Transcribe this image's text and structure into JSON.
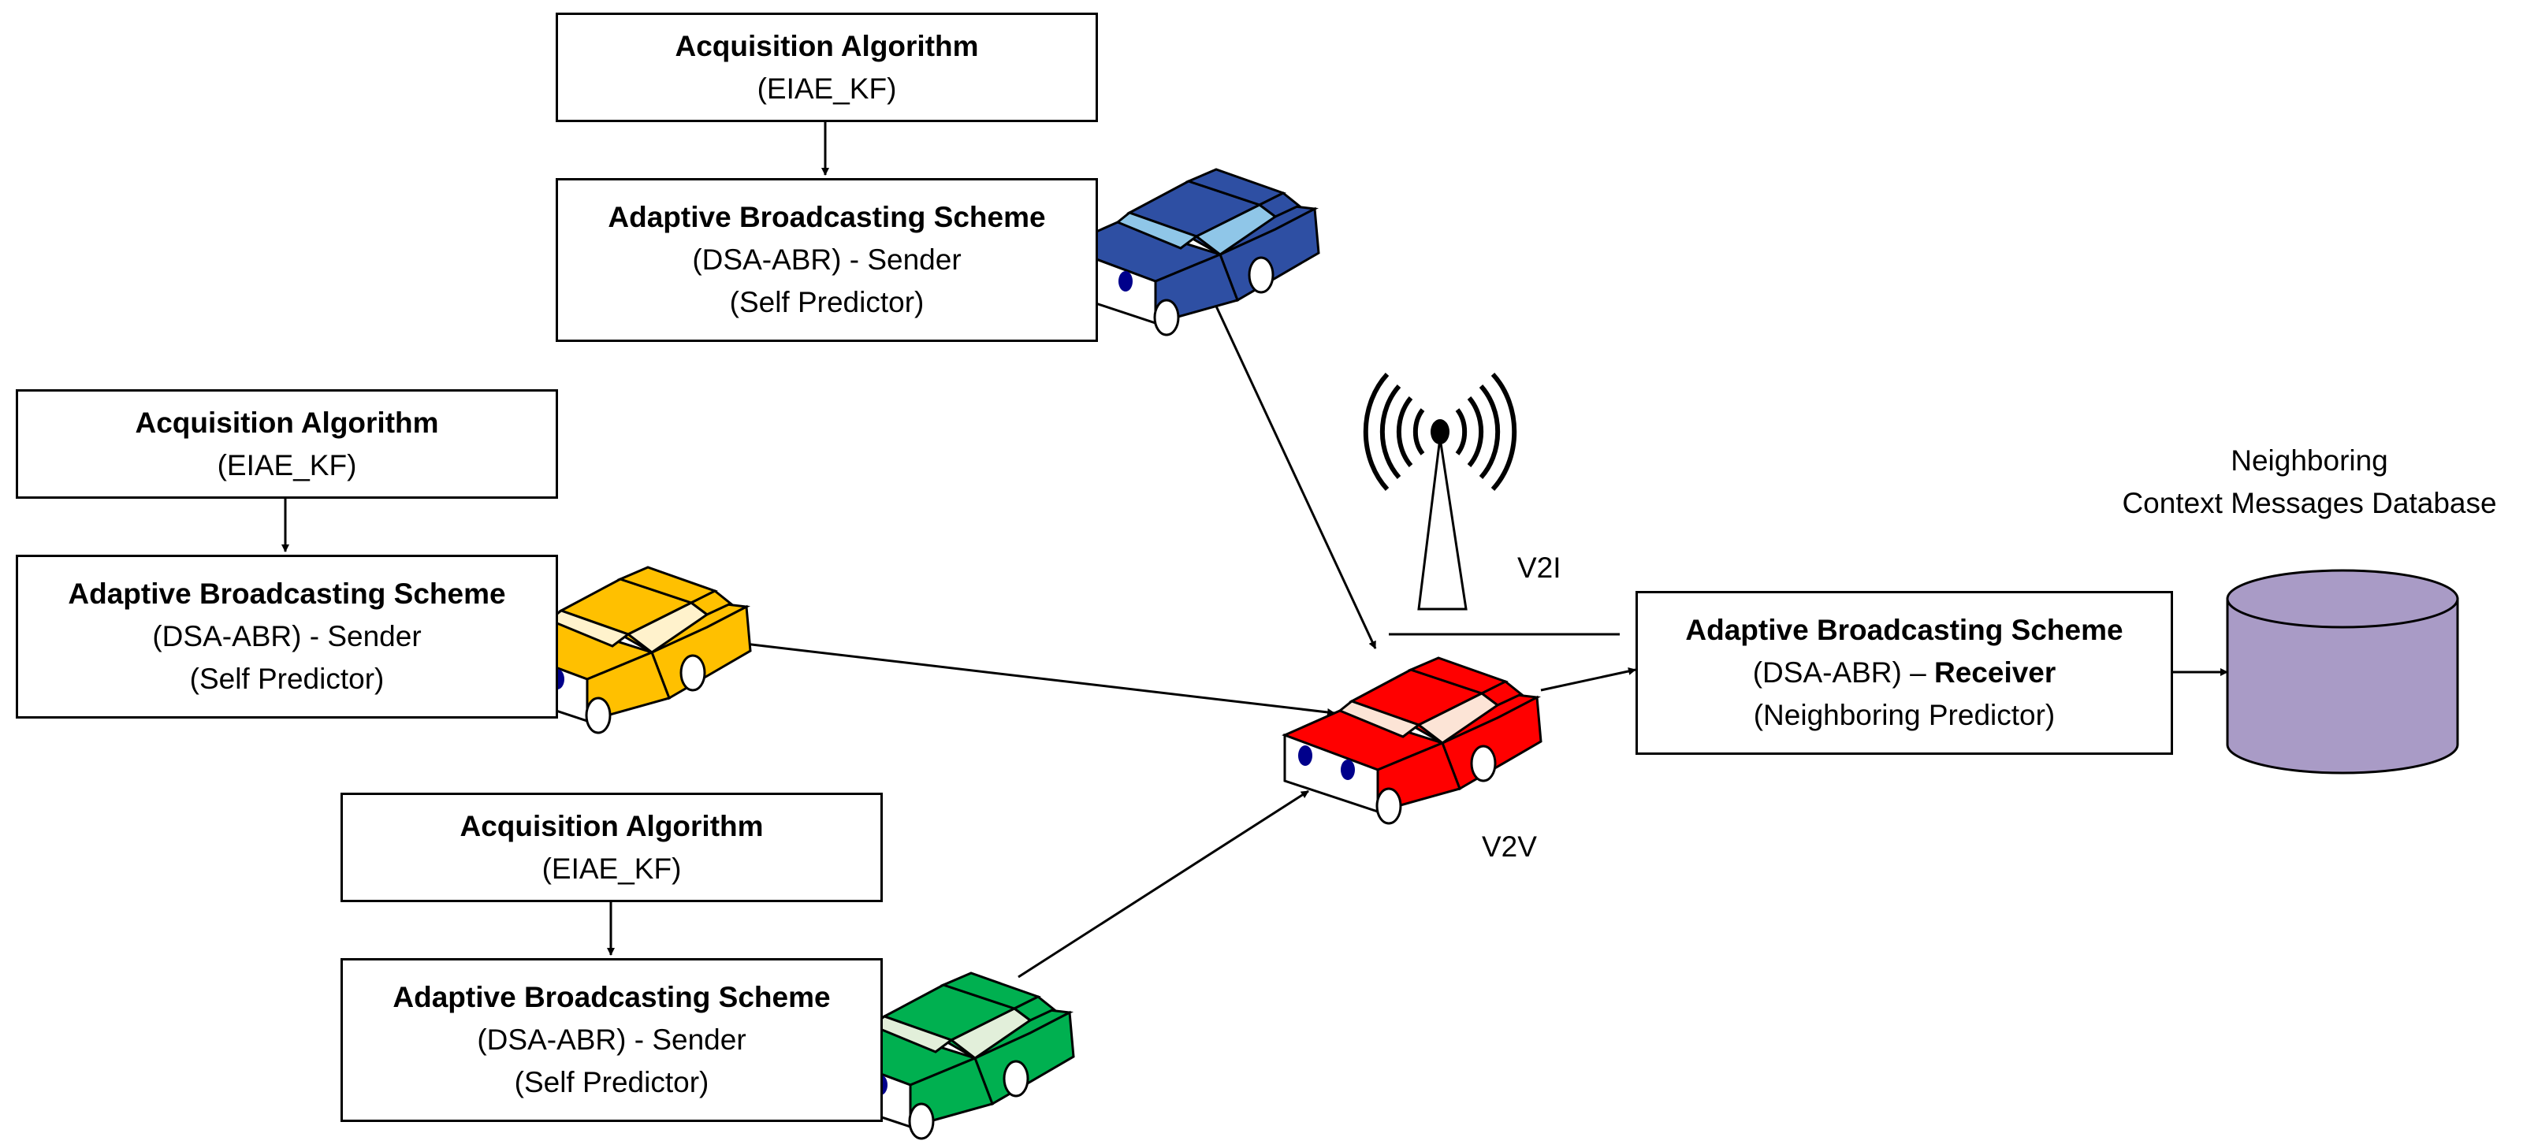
{
  "colors": {
    "car_blue": "#2E4FA3",
    "car_yellow": "#FFC000",
    "car_red": "#FF0000",
    "car_green": "#00B050",
    "database": "#A99BC6"
  },
  "icons": [
    "antenna-tower-icon",
    "database-icon",
    "car-icon"
  ],
  "senders": [
    {
      "acquisition": {
        "title": "Acquisition Algorithm",
        "sub": "(EIAE_KF)"
      },
      "scheme": {
        "title": "Adaptive Broadcasting Scheme",
        "line1": "(DSA-ABR) - Sender",
        "line2": "(Self Predictor)"
      }
    },
    {
      "acquisition": {
        "title": "Acquisition Algorithm",
        "sub": "(EIAE_KF)"
      },
      "scheme": {
        "title": "Adaptive Broadcasting Scheme",
        "line1": "(DSA-ABR) - Sender",
        "line2": "(Self Predictor)"
      }
    },
    {
      "acquisition": {
        "title": "Acquisition Algorithm",
        "sub": "(EIAE_KF)"
      },
      "scheme": {
        "title": "Adaptive Broadcasting Scheme",
        "line1": "(DSA-ABR) - Sender",
        "line2": "(Self Predictor)"
      }
    }
  ],
  "receiver": {
    "title": "Adaptive Broadcasting Scheme",
    "line1_prefix": "(DSA-ABR) – ",
    "line1_bold": "Receiver",
    "line2": "(Neighboring  Predictor)"
  },
  "labels": {
    "v2i": "V2I",
    "v2v": "V2V",
    "db_line1": "Neighboring",
    "db_line2": "Context Messages Database"
  }
}
